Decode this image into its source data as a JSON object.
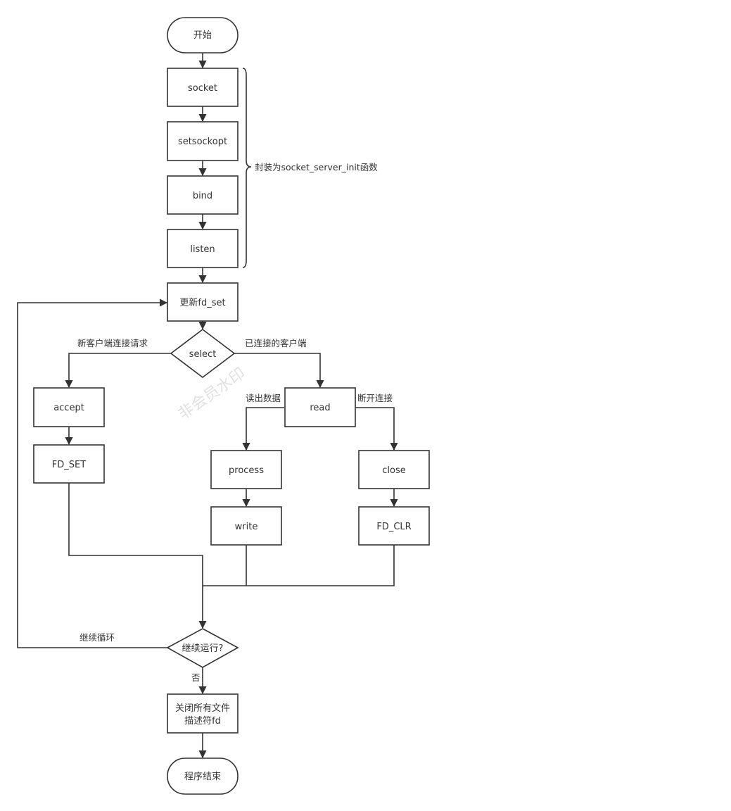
{
  "colors": {
    "stroke": "#333333",
    "fill": "#ffffff",
    "watermark": "#c8c8c8"
  },
  "nodes": {
    "start": "开始",
    "socket": "socket",
    "setsockopt": "setsockopt",
    "bind": "bind",
    "listen": "listen",
    "update_fd_set": "更新fd_set",
    "select": "select",
    "accept": "accept",
    "fd_set": "FD_SET",
    "read": "read",
    "process": "process",
    "write": "write",
    "close": "close",
    "fd_clr": "FD_CLR",
    "continue_running": "继续运行?",
    "close_all_line1": "关闭所有文件",
    "close_all_line2": "描述符fd",
    "end": "程序结束"
  },
  "labels": {
    "brace_note": "封装为socket_server_init函数",
    "new_client_request": "新客户端连接请求",
    "connected_client": "已连接的客户端",
    "read_data": "读出数据",
    "disconnect": "断开连接",
    "continue_loop": "继续循环",
    "no": "否"
  },
  "watermark": "非会员水印"
}
